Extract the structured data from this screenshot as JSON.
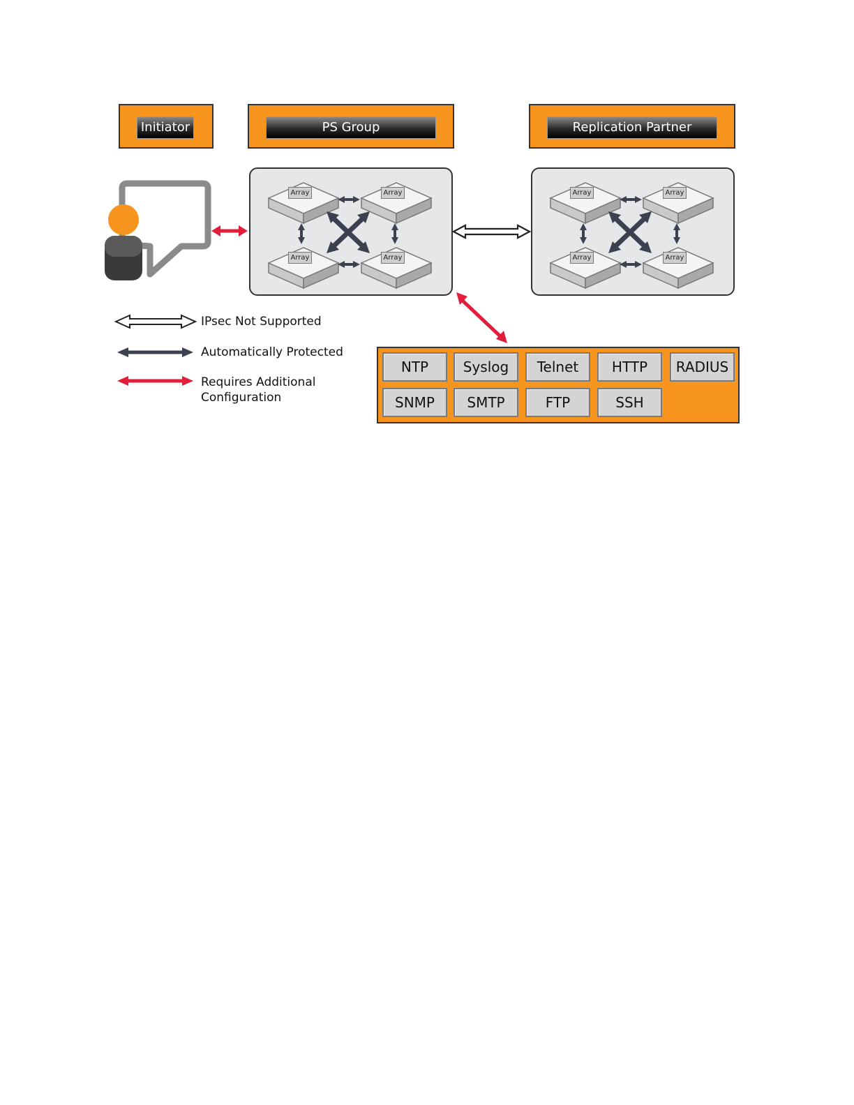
{
  "headers": {
    "initiator": "Initiator",
    "ps_group": "PS Group",
    "replication_partner": "Replication Partner"
  },
  "array_label": "Array",
  "legend": {
    "ipsec_not_supported": "IPsec Not Supported",
    "automatically_protected": "Automatically Protected",
    "requires_additional_line1": "Requires Additional",
    "requires_additional_line2": "Configuration"
  },
  "services": {
    "row1": [
      "NTP",
      "Syslog",
      "Telnet",
      "HTTP",
      "RADIUS"
    ],
    "row2": [
      "SNMP",
      "SMTP",
      "FTP",
      "SSH"
    ]
  },
  "colors": {
    "orange": "#f7941d",
    "red": "#e31e3a",
    "dark_arrow": "#3c4150",
    "panel": "#e6e7e9"
  }
}
